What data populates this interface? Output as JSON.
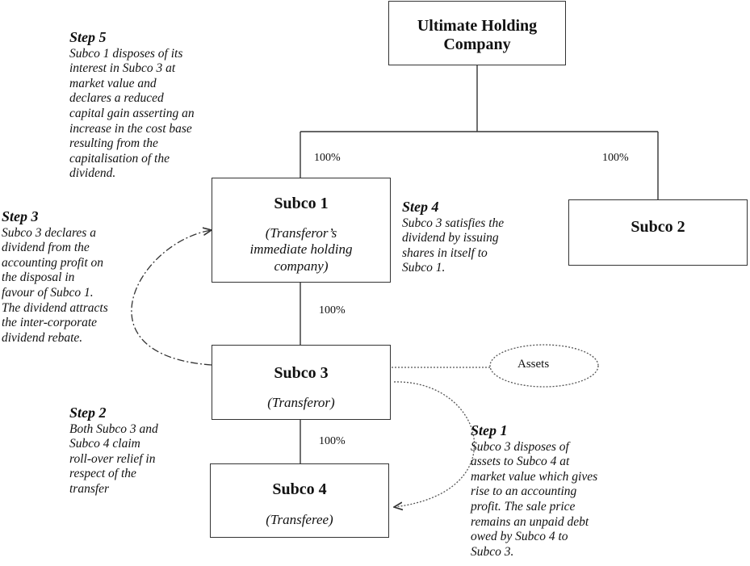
{
  "entities": {
    "ultimate": {
      "title": "Ultimate Holding Company"
    },
    "subco1": {
      "title": "Subco 1",
      "subtitle": "(Transferor’s\nimmediate holding\ncompany)"
    },
    "subco2": {
      "title": "Subco 2"
    },
    "subco3": {
      "title": "Subco 3",
      "subtitle": "(Transferor)"
    },
    "subco4": {
      "title": "Subco 4",
      "subtitle": "(Transferee)"
    }
  },
  "ownership": {
    "ultimate_to_subco1": "100%",
    "ultimate_to_subco2": "100%",
    "subco1_to_subco3": "100%",
    "subco3_to_subco4": "100%"
  },
  "assets_label": "Assets",
  "steps": [
    {
      "title": "Step 1",
      "text": "Subco 3 disposes of\nassets to Subco 4 at\nmarket value which gives\nrise to an accounting\nprofit.  The sale price\nremains an unpaid debt\nowed by Subco 4 to\nSubco 3."
    },
    {
      "title": "Step 2",
      "text": "Both Subco 3 and\nSubco 4 claim\nroll-over relief in\nrespect of the\ntransfer"
    },
    {
      "title": "Step 3",
      "text": "Subco 3 declares a\ndividend from the\naccounting profit on\nthe disposal in\nfavour of Subco 1.\nThe dividend attracts\nthe inter-corporate\ndividend rebate."
    },
    {
      "title": "Step 4",
      "text": "Subco 3 satisfies the\ndividend by issuing\nshares in itself to\nSubco 1."
    },
    {
      "title": "Step 5",
      "text": "Subco 1 disposes of its\ninterest in Subco 3 at\nmarket value and\ndeclares a reduced\ncapital gain asserting an\nincrease in the cost base\nresulting from the\ncapitalisation of the\ndividend."
    }
  ]
}
